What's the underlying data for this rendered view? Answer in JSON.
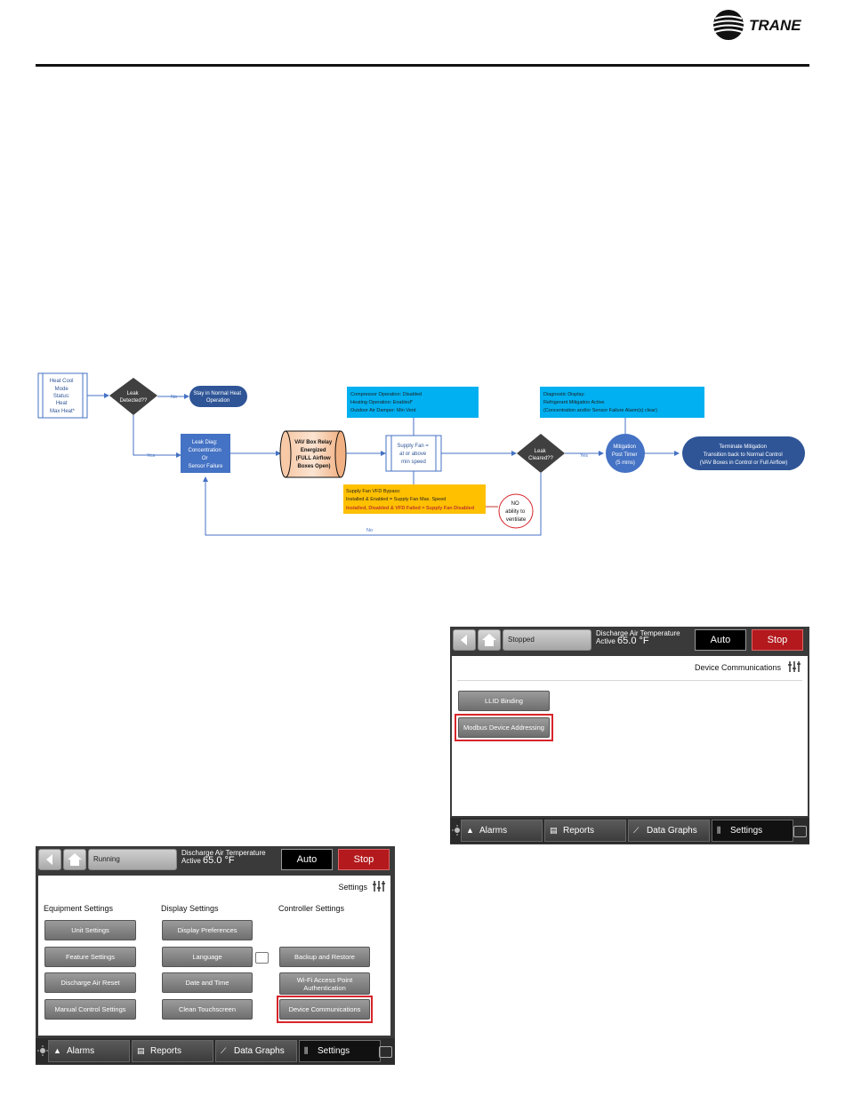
{
  "header": {
    "brand": "TRANE"
  },
  "flowchart": {
    "start": [
      "Heat Cool",
      "Mode",
      "Status:",
      "Heat",
      "Max Heat*"
    ],
    "leak_detected": [
      "Leak",
      "Detected??"
    ],
    "no_label": "No",
    "yes_label": "Yes",
    "normal_heat": [
      "Stay in Normal Heat",
      "Operation"
    ],
    "leak_diag": [
      "Leak Diag:",
      "Concentration",
      "Or",
      "Sensor Failure"
    ],
    "vav": [
      "VAV Box Relay",
      "Energized",
      "(FULL Airflow",
      "Boxes Open)"
    ],
    "compressor": [
      "Compressor Operation: Disabled",
      "Heating Operation: Enabled*",
      "Outdoor Air Damper: Min Vent"
    ],
    "supply_fan": [
      "Supply Fan =",
      "at or above",
      "min speed"
    ],
    "vfd_bypass": [
      "Supply Fan VFD Bypass:",
      "Installed & Enabled = Supply Fan Max. Speed"
    ],
    "vfd_failed": "Installed, Disabled & VFD Failed = Supply Fan Disabled",
    "no_ventilate": [
      "NO",
      "ability to",
      "ventilate"
    ],
    "leak_cleared": [
      "Leak",
      "Cleared??"
    ],
    "diagnostic": [
      "Diagnostic Display:",
      "Refrigerant Mitigation Active",
      "(Concentration and/or Sensor Failure Alarm(s) clear)"
    ],
    "mitigation_timer": [
      "Mitigation",
      "Post Timer",
      "(5 mins)"
    ],
    "terminate": [
      "Terminate Mitigation",
      "Transition back to Normal Control",
      "(VAV Boxes in Control or Full Airflow)"
    ],
    "return_no": "No"
  },
  "screen1": {
    "status": "Stopped",
    "temp_label": "Discharge Air Temperature",
    "temp_prefix": "Active",
    "temp_value": "65.0 °F",
    "auto_label": "Auto",
    "stop_label": "Stop",
    "title": "Device Communications",
    "buttons": [
      "LLID Binding",
      "Modbus Device Addressing"
    ],
    "tabs": [
      "Alarms",
      "Reports",
      "Data Graphs",
      "Settings"
    ]
  },
  "screen2": {
    "status": "Running",
    "temp_label": "Discharge Air Temperature",
    "temp_prefix": "Active",
    "temp_value": "65.0 °F",
    "auto_label": "Auto",
    "stop_label": "Stop",
    "title": "Settings",
    "col_equipment": "Equipment Settings",
    "col_display": "Display Settings",
    "col_controller": "Controller Settings",
    "equipment": [
      "Unit Settings",
      "Feature Settings",
      "Discharge Air Reset",
      "Manual Control Settings"
    ],
    "display": [
      "Display Preferences",
      "Language",
      "Date and Time",
      "Clean Touchscreen"
    ],
    "controller": [
      "Backup and Restore",
      "Wi-Fi Access Point Authentication",
      "Device Communications"
    ],
    "tabs": [
      "Alarms",
      "Reports",
      "Data Graphs",
      "Settings"
    ]
  },
  "colors": {
    "flow_blue": "#4472c4",
    "callout_cyan": "#00b0f0",
    "callout_amber": "#ffc000",
    "decision_dark": "#404040",
    "highlight_red": "#d6252b"
  }
}
